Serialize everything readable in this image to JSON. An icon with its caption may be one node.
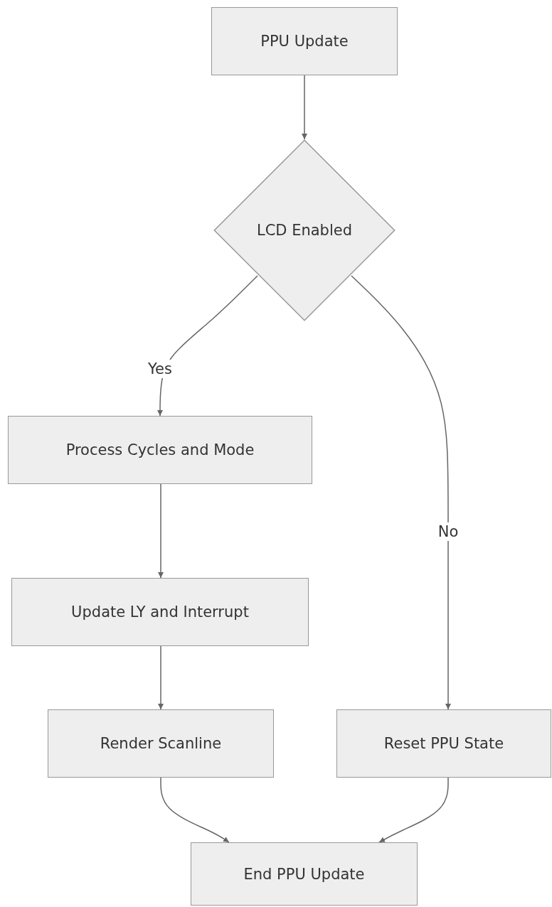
{
  "diagram": {
    "nodes": [
      {
        "text": [
          "PPU Update"
        ]
      },
      {
        "text": [
          "LCD Enabled"
        ]
      },
      {
        "text": [
          "Process Cycles and Mode"
        ]
      },
      {
        "text": [
          "Update LY and Interrupt"
        ]
      },
      {
        "text": [
          "Render Scanline"
        ]
      },
      {
        "text": [
          "Reset PPU State"
        ]
      },
      {
        "text": [
          "End PPU Update"
        ]
      }
    ],
    "edges": [
      {
        "from": 0,
        "to": 1,
        "arrow": "to"
      },
      {
        "from": 1,
        "to": 2,
        "arrow": "to",
        "label": "Yes"
      },
      {
        "from": 2,
        "to": 3,
        "arrow": "to"
      },
      {
        "from": 3,
        "to": 4,
        "arrow": "to"
      },
      {
        "from": 1,
        "to": 5,
        "arrow": "to",
        "label": "No"
      },
      {
        "from": 4,
        "to": 6,
        "arrow": "to"
      },
      {
        "from": 5,
        "to": 6,
        "arrow": "to"
      }
    ]
  }
}
